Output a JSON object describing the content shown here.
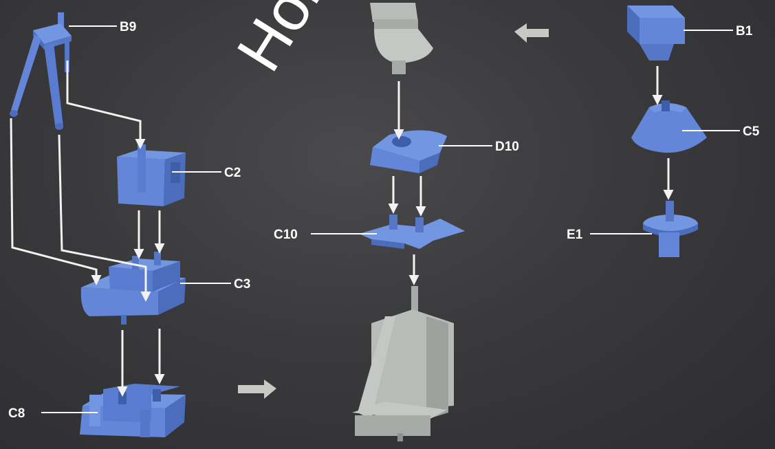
{
  "watermark": "Hob",
  "colors": {
    "background": "#3a3a3c",
    "part_blue": "#6486d8",
    "part_blue_dark": "#4c6cbc",
    "part_gray": "#b8bcb8",
    "arrow": "#f2f2f2",
    "direction_arrow": "#c8c8c4"
  },
  "labels": {
    "b9": "B9",
    "c2": "C2",
    "c3": "C3",
    "c8": "C8",
    "d10": "D10",
    "c10": "C10",
    "b1": "B1",
    "c5": "C5",
    "e1": "E1"
  },
  "icons": {
    "direction_left": "arrow-left-icon",
    "direction_right": "arrow-right-icon"
  }
}
